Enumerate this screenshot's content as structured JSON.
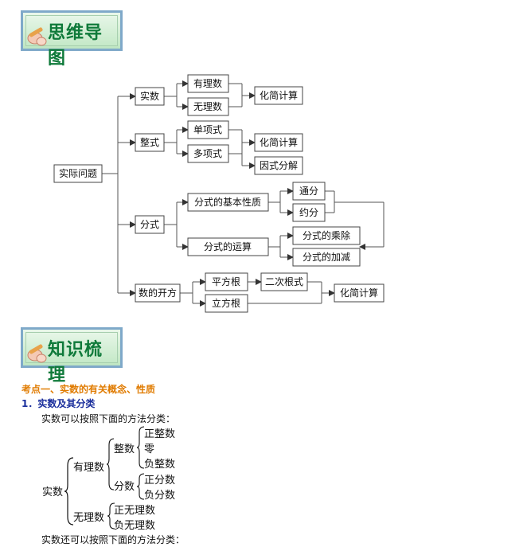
{
  "banners": {
    "mindmap_title": "思维导图",
    "knowledge_title": "知识梳理"
  },
  "mindmap": {
    "root": "实际问题",
    "n_shishu": "实数",
    "n_youlishu": "有理数",
    "n_wulishu": "无理数",
    "n_huajian1": "化简计算",
    "n_zhengshi": "整式",
    "n_danxiangshi": "单项式",
    "n_duoxiangshi": "多项式",
    "n_huajian2": "化简计算",
    "n_yinshi": "因式分解",
    "n_fenshi": "分式",
    "n_jiben": "分式的基本性质",
    "n_tongfen": "通分",
    "n_yuefen": "约分",
    "n_yunsuan": "分式的运算",
    "n_chengchu": "分式的乘除",
    "n_jiajian": "分式的加减",
    "n_kaifang": "数的开方",
    "n_pingfang": "平方根",
    "n_lifang": "立方根",
    "n_ercigenshi": "二次根式",
    "n_huajian3": "化简计算"
  },
  "section": {
    "kaodian": "考点一、实数的有关概念、性质",
    "sub1": "1．实数及其分类",
    "intro1": "实数可以按照下面的方法分类：",
    "intro2": "实数还可以按照下面的方法分类："
  },
  "classification": {
    "shishu": "实数",
    "youlishu": "有理数",
    "wulishu": "无理数",
    "zhengshu": "整数",
    "fenshu": "分数",
    "zhengzhengshu": "正整数",
    "ling": "零",
    "fuzhengshu": "负整数",
    "zhengfenshu": "正分数",
    "fufenshu": "负分数",
    "zhengwulishu": "正无理数",
    "fuwulishu": "负无理数"
  }
}
